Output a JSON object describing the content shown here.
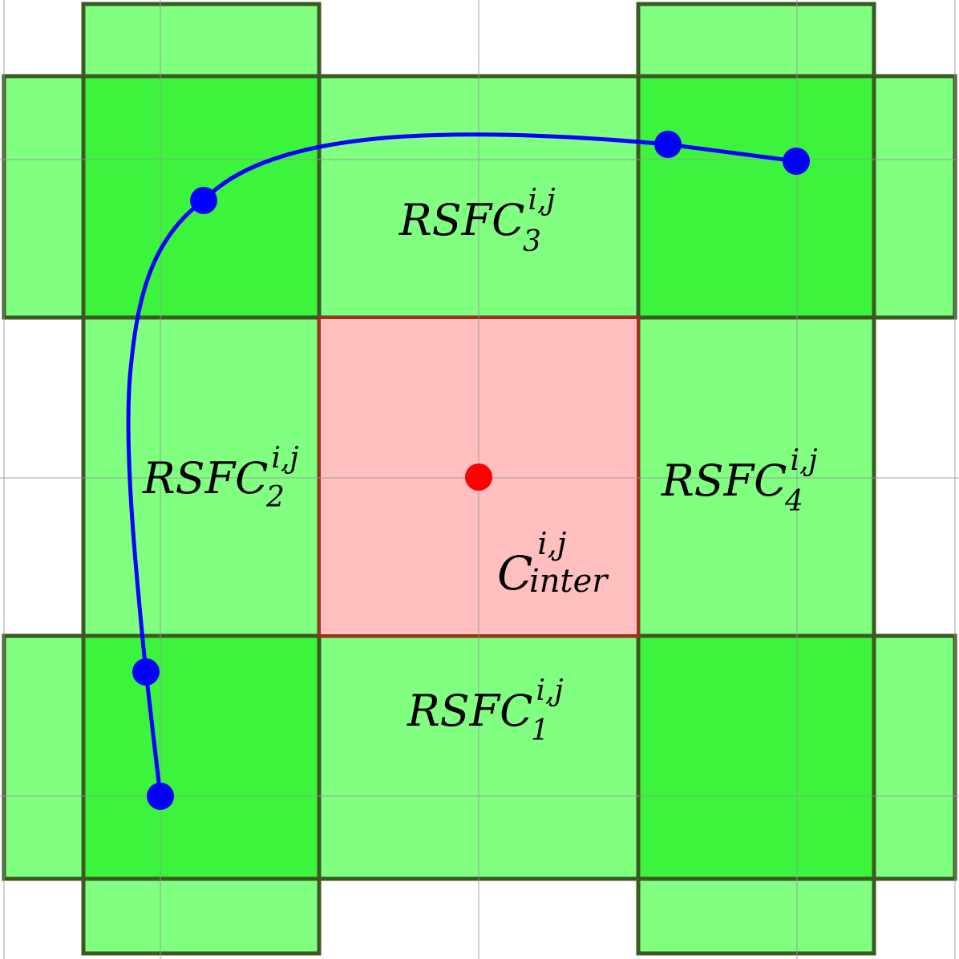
{
  "colors": {
    "background": "#ffffff",
    "grid_line": "#c8c8c8",
    "region_light": "#80ff80",
    "region_dark": "#3cf43c",
    "region_border": "#3a5a22",
    "center_cell": "#ffbfbf",
    "center_border": "#a0301e",
    "path": "#0000ff",
    "center_point": "#ff0000"
  },
  "labels": {
    "rsfc1": {
      "base": "RSFC",
      "sub": "1",
      "sup": "i,j"
    },
    "rsfc2": {
      "base": "RSFC",
      "sub": "2",
      "sup": "i,j"
    },
    "rsfc3": {
      "base": "RSFC",
      "sub": "3",
      "sup": "i,j"
    },
    "rsfc4": {
      "base": "RSFC",
      "sub": "4",
      "sup": "i,j"
    },
    "c_inter": {
      "base": "C",
      "sub": "inter",
      "sup": "i,j"
    }
  }
}
